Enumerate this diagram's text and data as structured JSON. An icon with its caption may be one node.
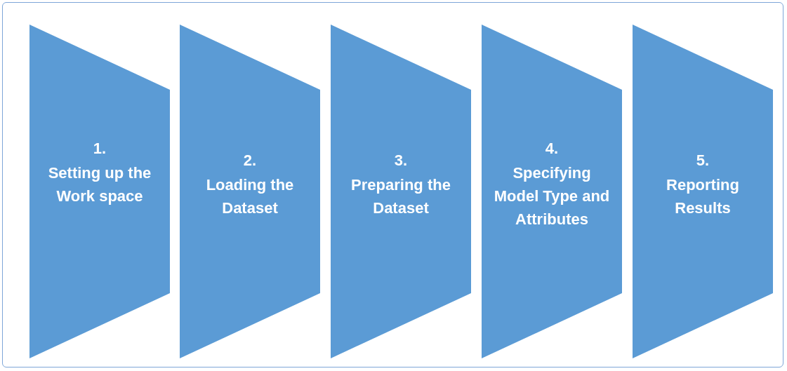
{
  "diagram": {
    "nodes": [
      {
        "text": [
          "1.",
          "Setting up the Work space"
        ]
      },
      {
        "text": [
          "2.",
          "Loading the Dataset"
        ]
      },
      {
        "text": [
          "3.",
          "Preparing the Dataset"
        ]
      },
      {
        "text": [
          "4.",
          "Specifying Model Type and Attributes"
        ]
      },
      {
        "text": [
          "5.",
          "Reporting Results"
        ]
      }
    ]
  }
}
